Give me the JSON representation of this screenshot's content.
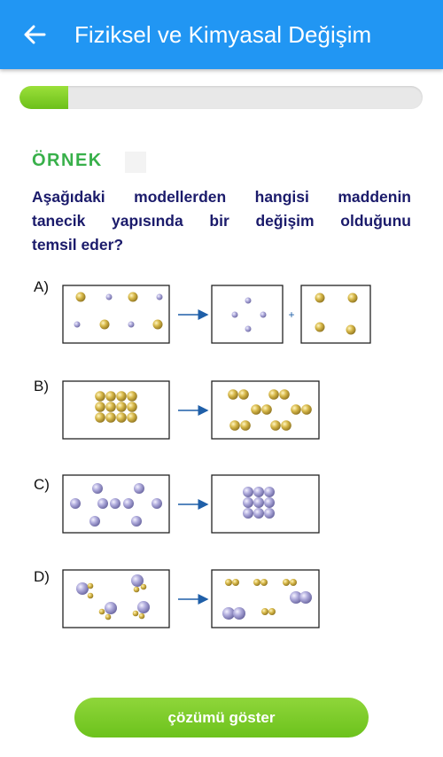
{
  "header": {
    "title": "Fiziksel ve Kimyasal Değişim",
    "back_icon": "arrow-left-icon"
  },
  "progress": {
    "value": 0.12,
    "color": "#7ccc23"
  },
  "example_label": "ÖRNEK",
  "question": {
    "lines": [
      "Aşağıdaki modellerden hangisi maddenin",
      "tanecik yapısında bir değişim olduğunu",
      "temsil eder?"
    ]
  },
  "options": [
    {
      "label": "A)"
    },
    {
      "label": "B)"
    },
    {
      "label": "C)"
    },
    {
      "label": "D)"
    }
  ],
  "plus_sign": "+",
  "button": {
    "label": "çözümü göster"
  },
  "colors": {
    "appbar": "#2196f3",
    "accent_green": "#38b04a",
    "button_green": "#78c62a",
    "question_text": "#1b1b6b",
    "arrow": "#1f5fa8"
  }
}
